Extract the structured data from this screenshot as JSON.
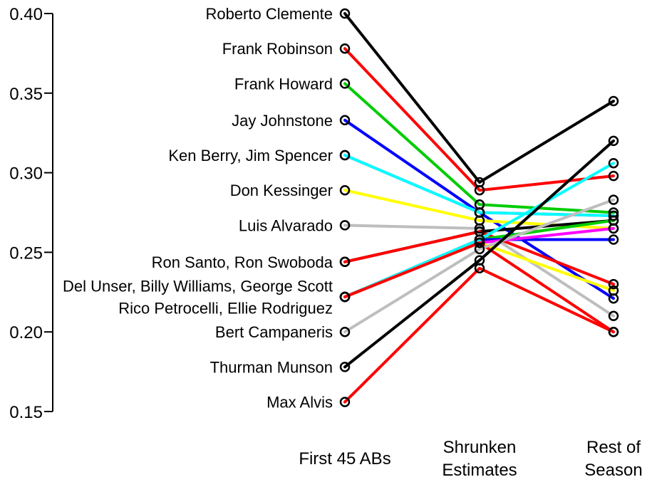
{
  "chart_data": {
    "type": "line",
    "xlabel": "",
    "ylabel": "",
    "ylim": [
      0.15,
      0.4
    ],
    "y_ticks": [
      {
        "value": 0.15,
        "label": "0.15"
      },
      {
        "value": 0.2,
        "label": "0.20"
      },
      {
        "value": 0.25,
        "label": "0.25"
      },
      {
        "value": 0.3,
        "label": "0.30"
      },
      {
        "value": 0.35,
        "label": "0.35"
      },
      {
        "value": 0.4,
        "label": "0.40"
      }
    ],
    "columns": [
      {
        "lines": [
          "First 45 ABs"
        ]
      },
      {
        "lines": [
          "Shrunken",
          "Estimates"
        ]
      },
      {
        "lines": [
          "Rest of",
          "Season"
        ]
      }
    ],
    "labels": [
      {
        "text": "Roberto Clemente",
        "value": 0.4
      },
      {
        "text": "Frank Robinson",
        "value": 0.378
      },
      {
        "text": "Frank Howard",
        "value": 0.356
      },
      {
        "text": "Jay Johnstone",
        "value": 0.333
      },
      {
        "text": "Ken Berry, Jim Spencer",
        "value": 0.311
      },
      {
        "text": "Don Kessinger",
        "value": 0.289
      },
      {
        "text": "Luis Alvarado",
        "value": 0.267
      },
      {
        "text": "Ron Santo, Ron Swoboda",
        "value": 0.244
      },
      {
        "text": "Del Unser, Billy Williams, George Scott",
        "value": 0.229
      },
      {
        "text": "Rico Petrocelli, Ellie Rodriguez",
        "value": 0.215
      },
      {
        "text": "Bert Campaneris",
        "value": 0.2
      },
      {
        "text": "Thurman Munson",
        "value": 0.178
      },
      {
        "text": "Max Alvis",
        "value": 0.156
      }
    ],
    "series": [
      {
        "color": "#000000",
        "values": [
          0.4,
          0.294,
          0.345
        ]
      },
      {
        "color": "#ff0000",
        "values": [
          0.378,
          0.289,
          0.298
        ]
      },
      {
        "color": "#00cc00",
        "values": [
          0.356,
          0.28,
          0.275
        ]
      },
      {
        "color": "#0000ff",
        "values": [
          0.333,
          0.275,
          0.221
        ]
      },
      {
        "color": "#ff00ff",
        "values": [
          0.311,
          0.275,
          0.273
        ]
      },
      {
        "color": "#00ffff",
        "values": [
          0.311,
          0.275,
          0.273
        ]
      },
      {
        "color": "#ffff00",
        "values": [
          0.289,
          0.27,
          0.265
        ]
      },
      {
        "color": "#bebebe",
        "values": [
          0.267,
          0.265,
          0.21
        ]
      },
      {
        "color": "#000000",
        "values": [
          0.244,
          0.263,
          0.27
        ]
      },
      {
        "color": "#ff0000",
        "values": [
          0.244,
          0.263,
          0.23
        ]
      },
      {
        "color": "#00cc00",
        "values": [
          0.222,
          0.258,
          0.27
        ]
      },
      {
        "color": "#0000ff",
        "values": [
          0.222,
          0.258,
          0.258
        ]
      },
      {
        "color": "#00ffff",
        "values": [
          0.222,
          0.258,
          0.306
        ]
      },
      {
        "color": "#ff00ff",
        "values": [
          0.222,
          0.256,
          0.265
        ]
      },
      {
        "color": "#ffff00",
        "values": [
          0.222,
          0.256,
          0.226
        ]
      },
      {
        "color": "#ff0000",
        "values": [
          0.222,
          0.256,
          0.2
        ]
      },
      {
        "color": "#bebebe",
        "values": [
          0.2,
          0.252,
          0.283
        ]
      },
      {
        "color": "#000000",
        "values": [
          0.178,
          0.245,
          0.32
        ]
      },
      {
        "color": "#ff0000",
        "values": [
          0.156,
          0.24,
          0.2
        ]
      }
    ]
  }
}
